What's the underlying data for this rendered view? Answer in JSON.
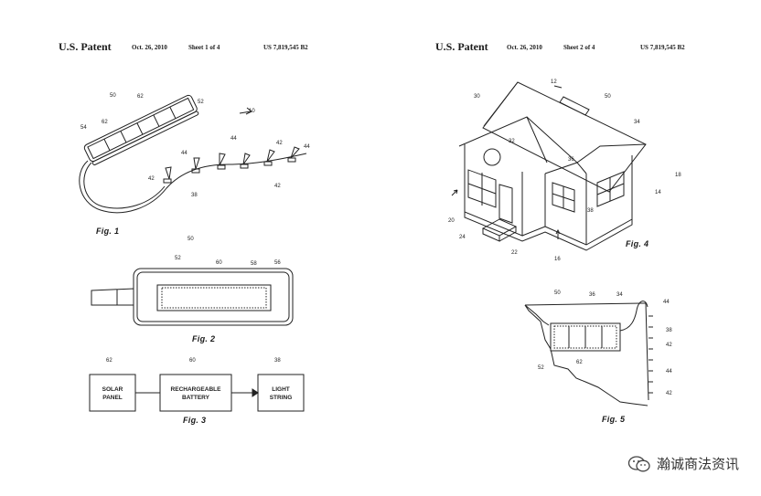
{
  "sheet1": {
    "header": {
      "title": "U.S. Patent",
      "date": "Oct. 26, 2010",
      "sheet": "Sheet 1 of 4",
      "number": "US 7,819,545 B2"
    },
    "fig1": {
      "label": "Fig. 1",
      "refs": {
        "r50": "50",
        "r52": "52",
        "r62a": "62",
        "r62b": "62",
        "r54": "54",
        "r10": "10",
        "r44a": "44",
        "r44b": "44",
        "r44c": "44",
        "r42a": "42",
        "r42b": "42",
        "r42c": "42",
        "r38": "38"
      }
    },
    "fig2": {
      "label": "Fig. 2",
      "refs": {
        "r50": "50",
        "r52": "52",
        "r60": "60",
        "r58": "58",
        "r56": "56"
      }
    },
    "fig3": {
      "label": "Fig. 3",
      "refs": {
        "r62": "62",
        "r60": "60",
        "r38": "38"
      },
      "boxes": {
        "solar_l1": "SOLAR",
        "solar_l2": "PANEL",
        "battery_l1": "RECHARGEABLE",
        "battery_l2": "BATTERY",
        "light_l1": "LIGHT",
        "light_l2": "STRING"
      }
    }
  },
  "sheet2": {
    "header": {
      "title": "U.S. Patent",
      "date": "Oct. 26, 2010",
      "sheet": "Sheet 2 of 4",
      "number": "US 7,819,545 B2"
    },
    "fig4": {
      "label": "Fig. 4",
      "refs": {
        "r12": "12",
        "r30": "30",
        "r50": "50",
        "r34": "34",
        "r32": "32",
        "r36": "36",
        "r18": "18",
        "r14": "14",
        "r38": "38",
        "r20": "20",
        "r24": "24",
        "r22": "22",
        "r16": "16"
      }
    },
    "fig5": {
      "label": "Fig. 5",
      "refs": {
        "r50": "50",
        "r36": "36",
        "r34": "34",
        "r44a": "44",
        "r38": "38",
        "r42a": "42",
        "r44b": "44",
        "r42b": "42",
        "r52": "52",
        "r62": "62"
      }
    }
  },
  "watermark": {
    "text": "瀚诚商法资讯"
  }
}
